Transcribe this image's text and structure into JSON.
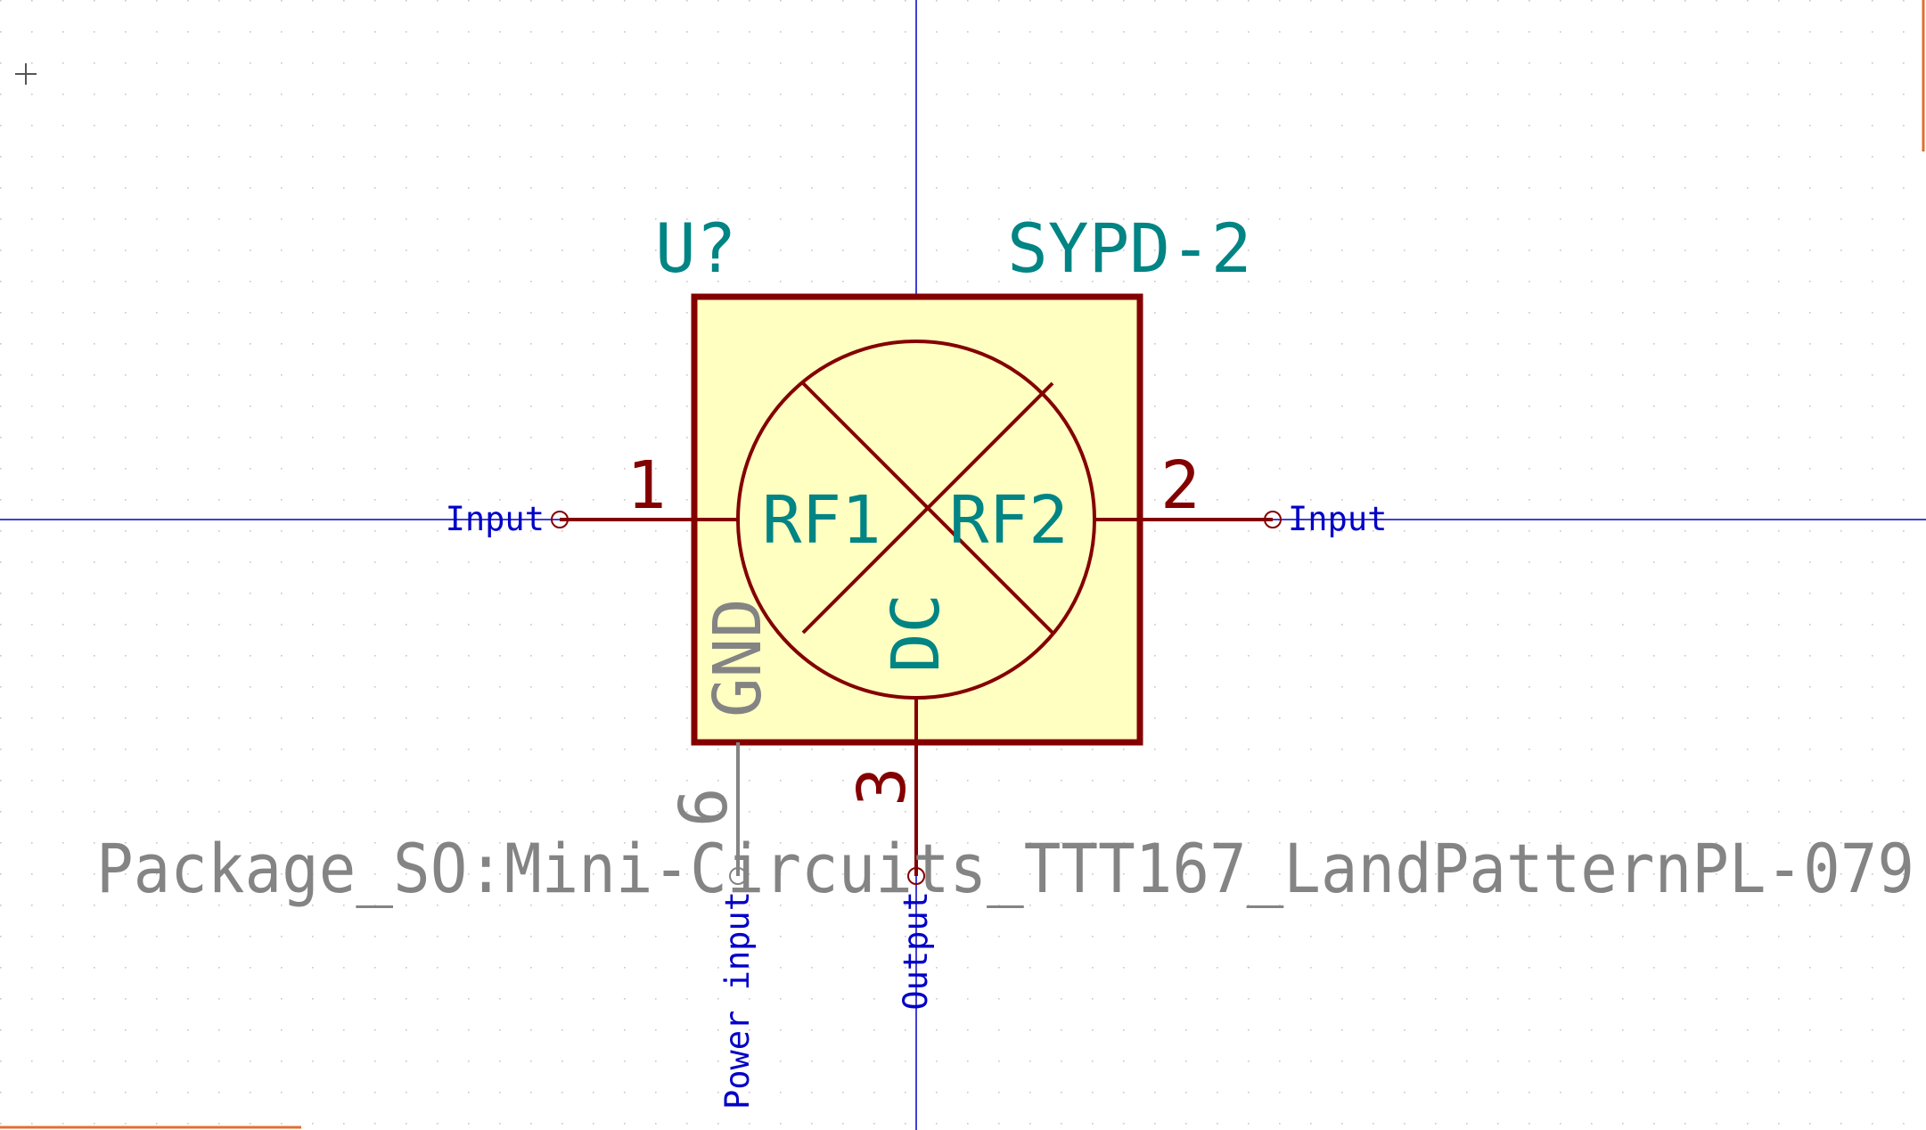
{
  "symbol": {
    "reference": "U?",
    "value": "SYPD-2",
    "footprint": "Package_SO:Mini-Circuits_TTT167_LandPatternPL-079",
    "pin_names": {
      "rf1": "RF1",
      "rf2": "RF2",
      "dc": "DC",
      "gnd": "GND"
    },
    "pin_numbers": {
      "pin1": "1",
      "pin2": "2",
      "pin3": "3",
      "pin6": "6"
    },
    "pin_types": {
      "pin1": "Input",
      "pin2": "Input",
      "pin3": "Output",
      "pin6": "Power input"
    }
  },
  "colors": {
    "background": "#ffffff",
    "grid_dot": "#c8c8c8",
    "body_fill": "#ffffc2",
    "body_outline": "#840000",
    "pin": "#840000",
    "reference_text": "#008484",
    "net_label": "#0000c8",
    "hidden_text": "#848484",
    "axis": "#0000c8",
    "page_border": "#e07030"
  }
}
